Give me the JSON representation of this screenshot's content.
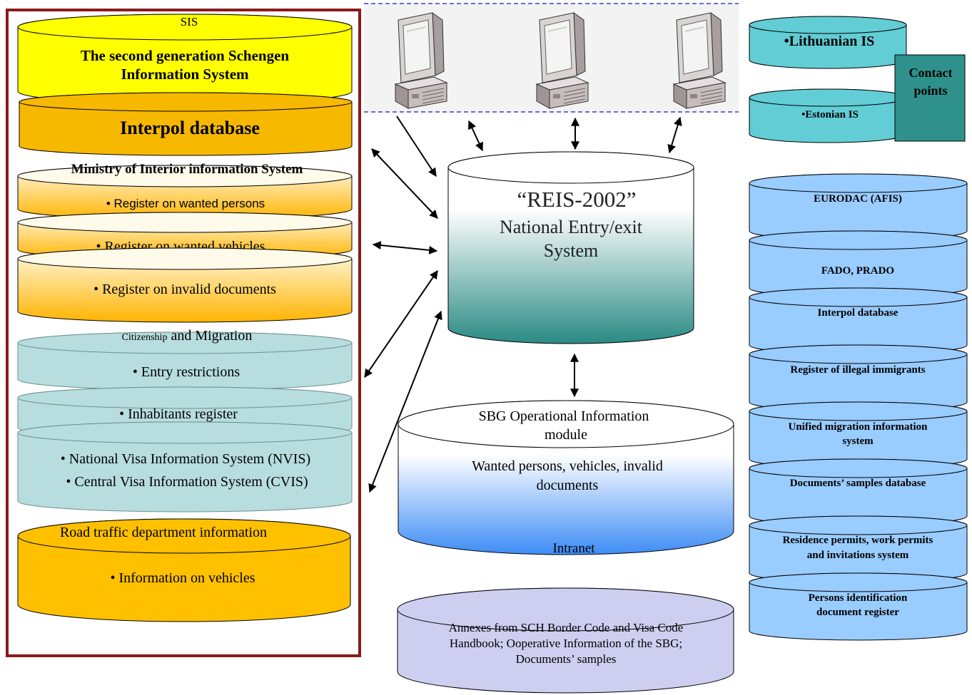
{
  "colors": {
    "frame": "#8B1A1A",
    "sis": "#FFFF00",
    "interpol": "#F7B800",
    "ministry_light": "#FFFBEA",
    "ministry_dark": "#FFB400",
    "migration": "#B7DDDE",
    "road_traffic": "#FFC000",
    "reis_light": "#FFFFFF",
    "reis_dark": "#2A8A84",
    "sbg_light": "#FFFFFF",
    "sbg_dark": "#3D8CF5",
    "annexes": "#CECEF0",
    "neighbour_is": "#62CDD4",
    "contact_points": "#2F918C",
    "right_stack": "#99CCFF",
    "dashed_line": "#3C3CC8",
    "workstation_band": "#F3F3F3"
  },
  "national_systems": {
    "sis": {
      "label": "SIS",
      "title": [
        "The second generation Schengen",
        "Information System"
      ]
    },
    "interpol": {
      "title": "Interpol database"
    },
    "ministry_of_interior": {
      "title": "Ministry of Interior information System",
      "items": [
        "• Register on wanted persons",
        "• Register on wanted vehicles",
        "• Register on invalid documents"
      ]
    },
    "citizenship_and_migration": {
      "title": [
        "Citizenship",
        "and Migration"
      ],
      "items": [
        "• Entry restrictions",
        "• Inhabitants register",
        "• National Visa Information System (NVIS)",
        "• Central Visa Information System (CVIS)"
      ]
    },
    "road_traffic": {
      "title": "Road traffic department information",
      "items": [
        "• Information on vehicles"
      ]
    }
  },
  "workstations": {
    "icon": "computer-icon"
  },
  "reis": {
    "lines": [
      "“REIS-2002”",
      "National Entry/exit",
      "System"
    ]
  },
  "sbg_module": {
    "title": [
      "SBG Operational Information",
      "module"
    ],
    "content": [
      "Wanted persons, vehicles, invalid",
      "documents"
    ],
    "network": "Intranet"
  },
  "reference_database": {
    "lines": [
      "Annexes from SCH Border Code and Visa Code",
      "Handbook; Ooperative Information of the SBG;",
      "Documents’ samples"
    ]
  },
  "neighbour_systems": {
    "lithuania": "•Lithuanian IS",
    "estonia": "•Estonian IS",
    "contact_points": [
      "Contact",
      "points"
    ]
  },
  "external_databases": {
    "items": [
      [
        "EURODAC (AFIS)"
      ],
      [
        "FADO, PRADO"
      ],
      [
        "Interpol database"
      ],
      [
        "Register of illegal immigrants"
      ],
      [
        "Unified migration information",
        "system"
      ],
      [
        "Documents’ samples database"
      ],
      [
        "Residence permits, work permits",
        "and invitations system"
      ],
      [
        "Persons identification",
        "document register"
      ]
    ]
  }
}
